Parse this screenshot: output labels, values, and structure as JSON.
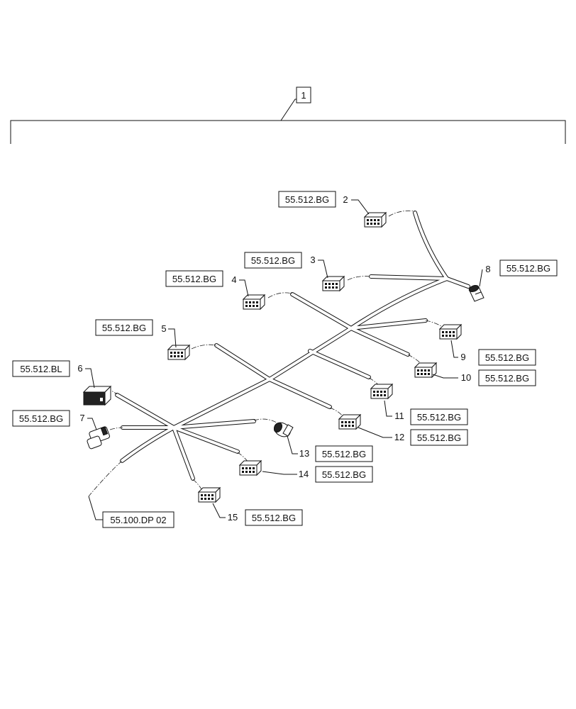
{
  "assembly": {
    "item": "1"
  },
  "callouts": [
    {
      "id": "2",
      "ref": "55.512.BG"
    },
    {
      "id": "3",
      "ref": "55.512.BG"
    },
    {
      "id": "4",
      "ref": "55.512.BG"
    },
    {
      "id": "5",
      "ref": "55.512.BG"
    },
    {
      "id": "6",
      "ref": "55.512.BL"
    },
    {
      "id": "7",
      "ref": "55.512.BG"
    },
    {
      "id": "8",
      "ref": "55.512.BG"
    },
    {
      "id": "9",
      "ref": "55.512.BG"
    },
    {
      "id": "10",
      "ref": "55.512.BG"
    },
    {
      "id": "11",
      "ref": "55.512.BG"
    },
    {
      "id": "12",
      "ref": "55.512.BG"
    },
    {
      "id": "13",
      "ref": "55.512.BG"
    },
    {
      "id": "14",
      "ref": "55.512.BG"
    },
    {
      "id": "15",
      "ref": "55.512.BG"
    }
  ],
  "continuation": {
    "ref": "55.100.DP 02"
  }
}
